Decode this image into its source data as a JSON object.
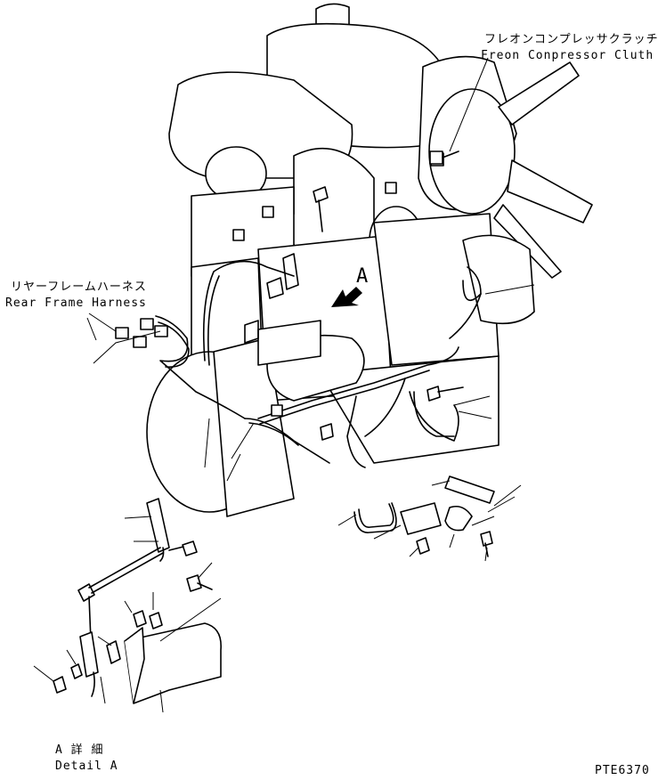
{
  "labels": {
    "freon_clutch_jp": "フレオンコンプレッサクラッチ",
    "freon_clutch_en": "Freon Conpressor Cluth",
    "rear_harness_jp": "リヤーフレームハーネス",
    "rear_harness_en": "Rear Frame Harness",
    "detail_callout": "A",
    "detail_title_jp": "A 詳 細",
    "detail_title_en": "Detail A",
    "drawing_code": "PTE6370"
  }
}
